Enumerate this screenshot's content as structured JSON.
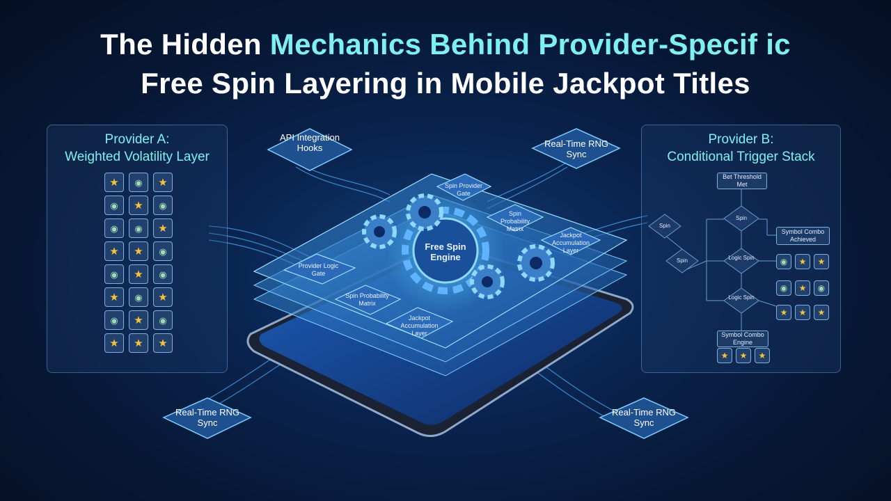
{
  "title": {
    "line1_part1": "The Hidden ",
    "line1_part2": "Mechanics Behind Provider-Specif ic",
    "line2": "Free Spin Layering in Mobile Jackpot Titles"
  },
  "panel_a": {
    "title_line1": "Provider A:",
    "title_line2": "Weighted Volatility Layer",
    "grid": [
      [
        "star",
        "coin",
        "star"
      ],
      [
        "coin",
        "star",
        "coin"
      ],
      [
        "coin",
        "coin",
        "star"
      ],
      [
        "star",
        "star",
        "coin"
      ],
      [
        "coin",
        "star",
        "coin"
      ],
      [
        "star",
        "coin",
        "star"
      ],
      [
        "coin",
        "star",
        "coin"
      ],
      [
        "star",
        "star",
        "star"
      ]
    ]
  },
  "panel_b": {
    "title_line1": "Provider B:",
    "title_line2": "Conditional Trigger Stack",
    "bet_threshold": "Bet Threshold Met",
    "symbol_combo_achieved": "Symbol Combo Achieved",
    "symbol_combo_engine": "Symbol Combo Engine",
    "spin": "Spin",
    "logic_spin": "Logic Spin"
  },
  "labels": {
    "api_hooks": "API Integration Hooks",
    "rng_top_right": "Real-Time RNG Sync",
    "rng_bottom_left": "Real-Time RNG Sync",
    "rng_bottom_right": "Real-Time RNG Sync"
  },
  "center": {
    "engine": "Free Spin Engine",
    "spin_provider_gate": "Spin Provider Gate",
    "spin_probability_matrix_top": "Spin Probability Matrix",
    "jackpot_accumulation_top": "Jackpot Accumulation Layer",
    "provider_logic_gate": "Provider Logic Gate",
    "spin_probability_matrix_bottom": "Spin Probability Matrix",
    "jackpot_accumulation_bottom": "Jackpot Accumulation Layer"
  },
  "colors": {
    "accent": "#7ff0f0",
    "star": "#f5c43a",
    "glow": "#35b6ff"
  }
}
